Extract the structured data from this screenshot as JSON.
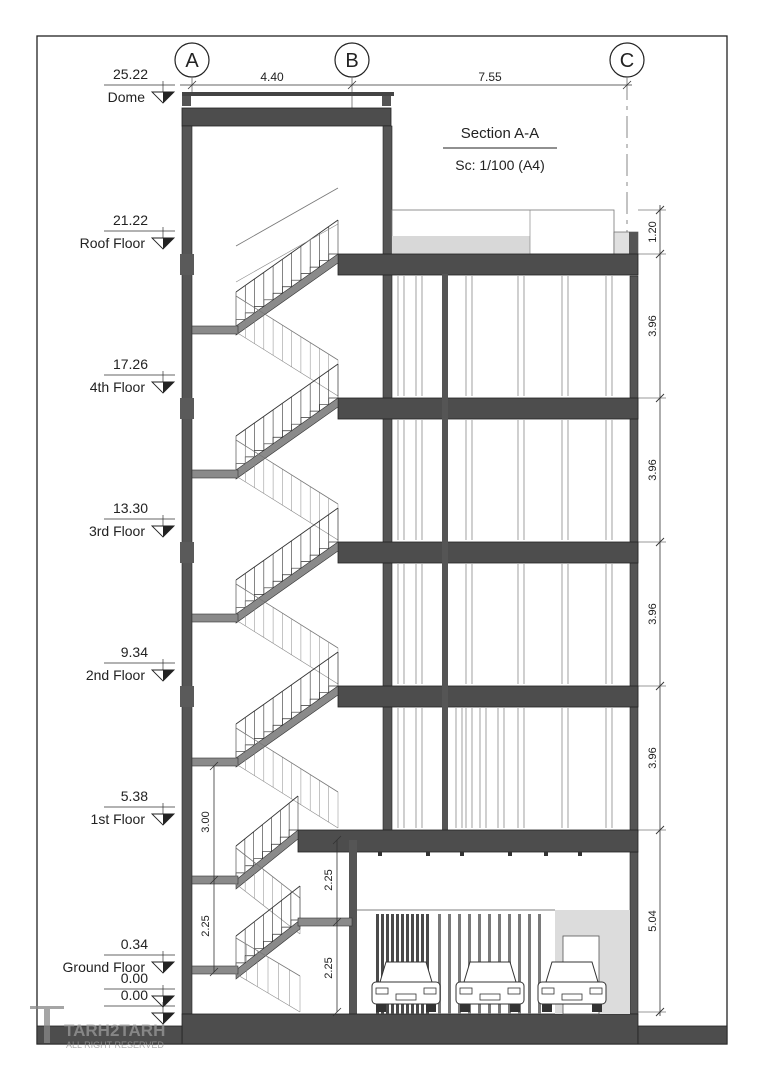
{
  "section": {
    "title": "Section A-A",
    "scale": "Sc: 1/100 (A4)"
  },
  "axes": [
    {
      "id": "A",
      "label": "A"
    },
    {
      "id": "B",
      "label": "B"
    },
    {
      "id": "C",
      "label": "C"
    }
  ],
  "top_dimensions": [
    {
      "value": "4.40",
      "between": "A-B"
    },
    {
      "value": "7.55",
      "between": "B-C"
    }
  ],
  "levels": [
    {
      "value": "25.22",
      "name": "Dome"
    },
    {
      "value": "21.22",
      "name": "Roof Floor"
    },
    {
      "value": "17.26",
      "name": "4th Floor"
    },
    {
      "value": "13.30",
      "name": "3rd Floor"
    },
    {
      "value": "9.34",
      "name": "2nd Floor"
    },
    {
      "value": "5.38",
      "name": "1st Floor"
    },
    {
      "value": "0.34",
      "name": "Ground Floor"
    },
    {
      "value": "0.00",
      "name": ""
    },
    {
      "value": "0.00",
      "name": ""
    }
  ],
  "right_dimensions": [
    "1.20",
    "3.96",
    "3.96",
    "3.96",
    "3.96",
    "5.04"
  ],
  "stair_dimensions": [
    "3.00",
    "2.25",
    "2.25",
    "2.25"
  ],
  "watermark": {
    "brand": "TARH2TARH",
    "note": "ALL RIGHT RESERVED"
  }
}
